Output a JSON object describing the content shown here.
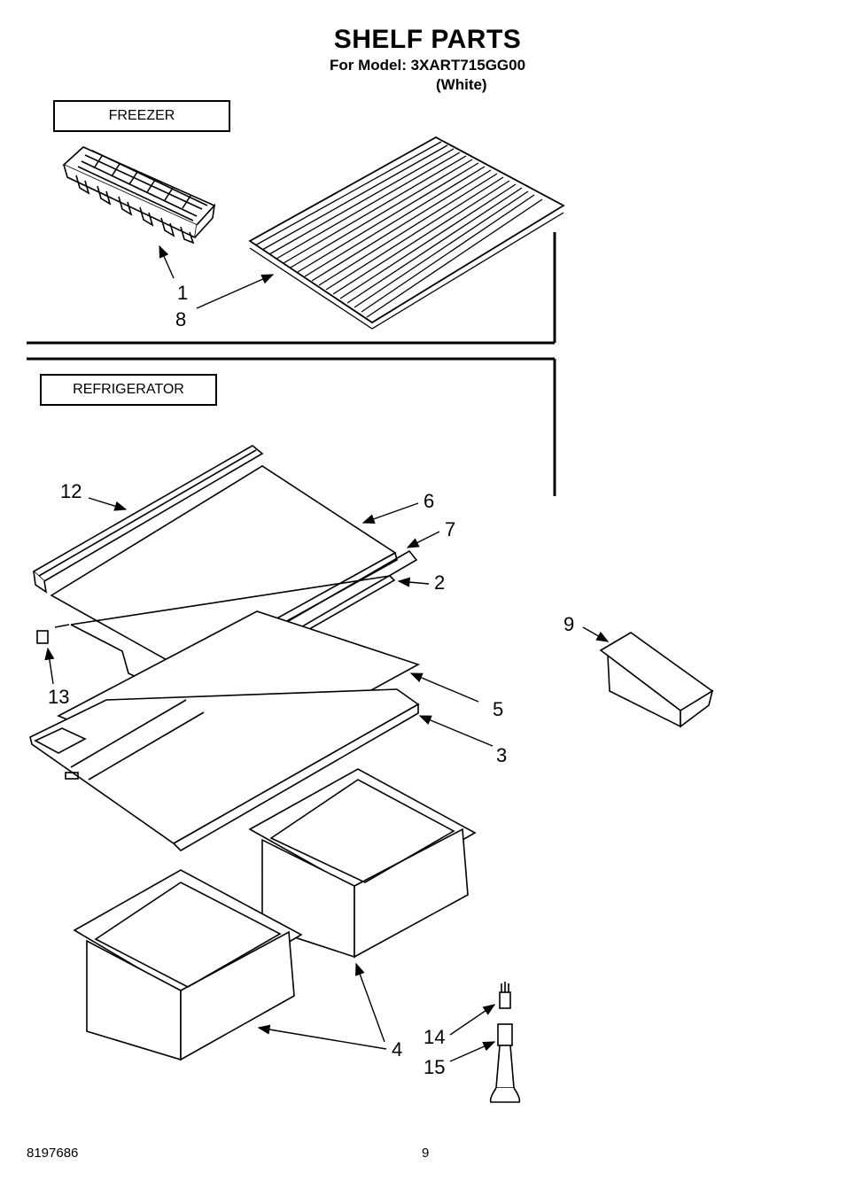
{
  "header": {
    "title": "SHELF PARTS",
    "model_line": "For Model: 3XART715GG00",
    "color_line": "(White)"
  },
  "sections": {
    "freezer_label": "FREEZER",
    "refrigerator_label": "REFRIGERATOR"
  },
  "callouts": {
    "c1": "1",
    "c8": "8",
    "c12": "12",
    "c6": "6",
    "c7": "7",
    "c2": "2",
    "c9": "9",
    "c13": "13",
    "c5": "5",
    "c3": "3",
    "c14": "14",
    "c4": "4",
    "c15": "15"
  },
  "footer": {
    "doc_number": "8197686",
    "page_number": "9"
  }
}
